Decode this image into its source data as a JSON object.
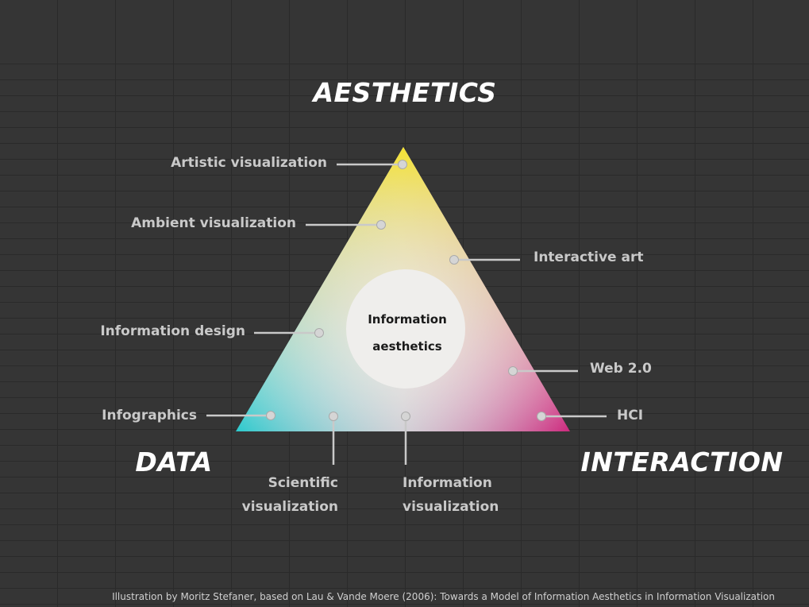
{
  "corners": {
    "top": "AESTHETICS",
    "left": "DATA",
    "right": "INTERACTION"
  },
  "center": {
    "line1": "Information",
    "line2": "aesthetics"
  },
  "labels": {
    "artistic": "Artistic visualization",
    "ambient": "Ambient visualization",
    "interactive_art": "Interactive art",
    "information_design": "Information design",
    "web20": "Web 2.0",
    "infographics": "Infographics",
    "hci": "HCI",
    "scientific_1": "Scientific",
    "scientific_2": "visualization",
    "infovis_1": "Information",
    "infovis_2": "visualization"
  },
  "colors": {
    "background": "#353535",
    "aesthetics_vertex": "#f5e11e",
    "data_vertex": "#2ec4c8",
    "interaction_vertex": "#c8257a",
    "label_text": "#c9c9c9"
  },
  "caption": "Illustration by Moritz Stefaner, based on Lau & Vande Moere (2006): Towards a Model of Information Aesthetics in Information Visualization"
}
